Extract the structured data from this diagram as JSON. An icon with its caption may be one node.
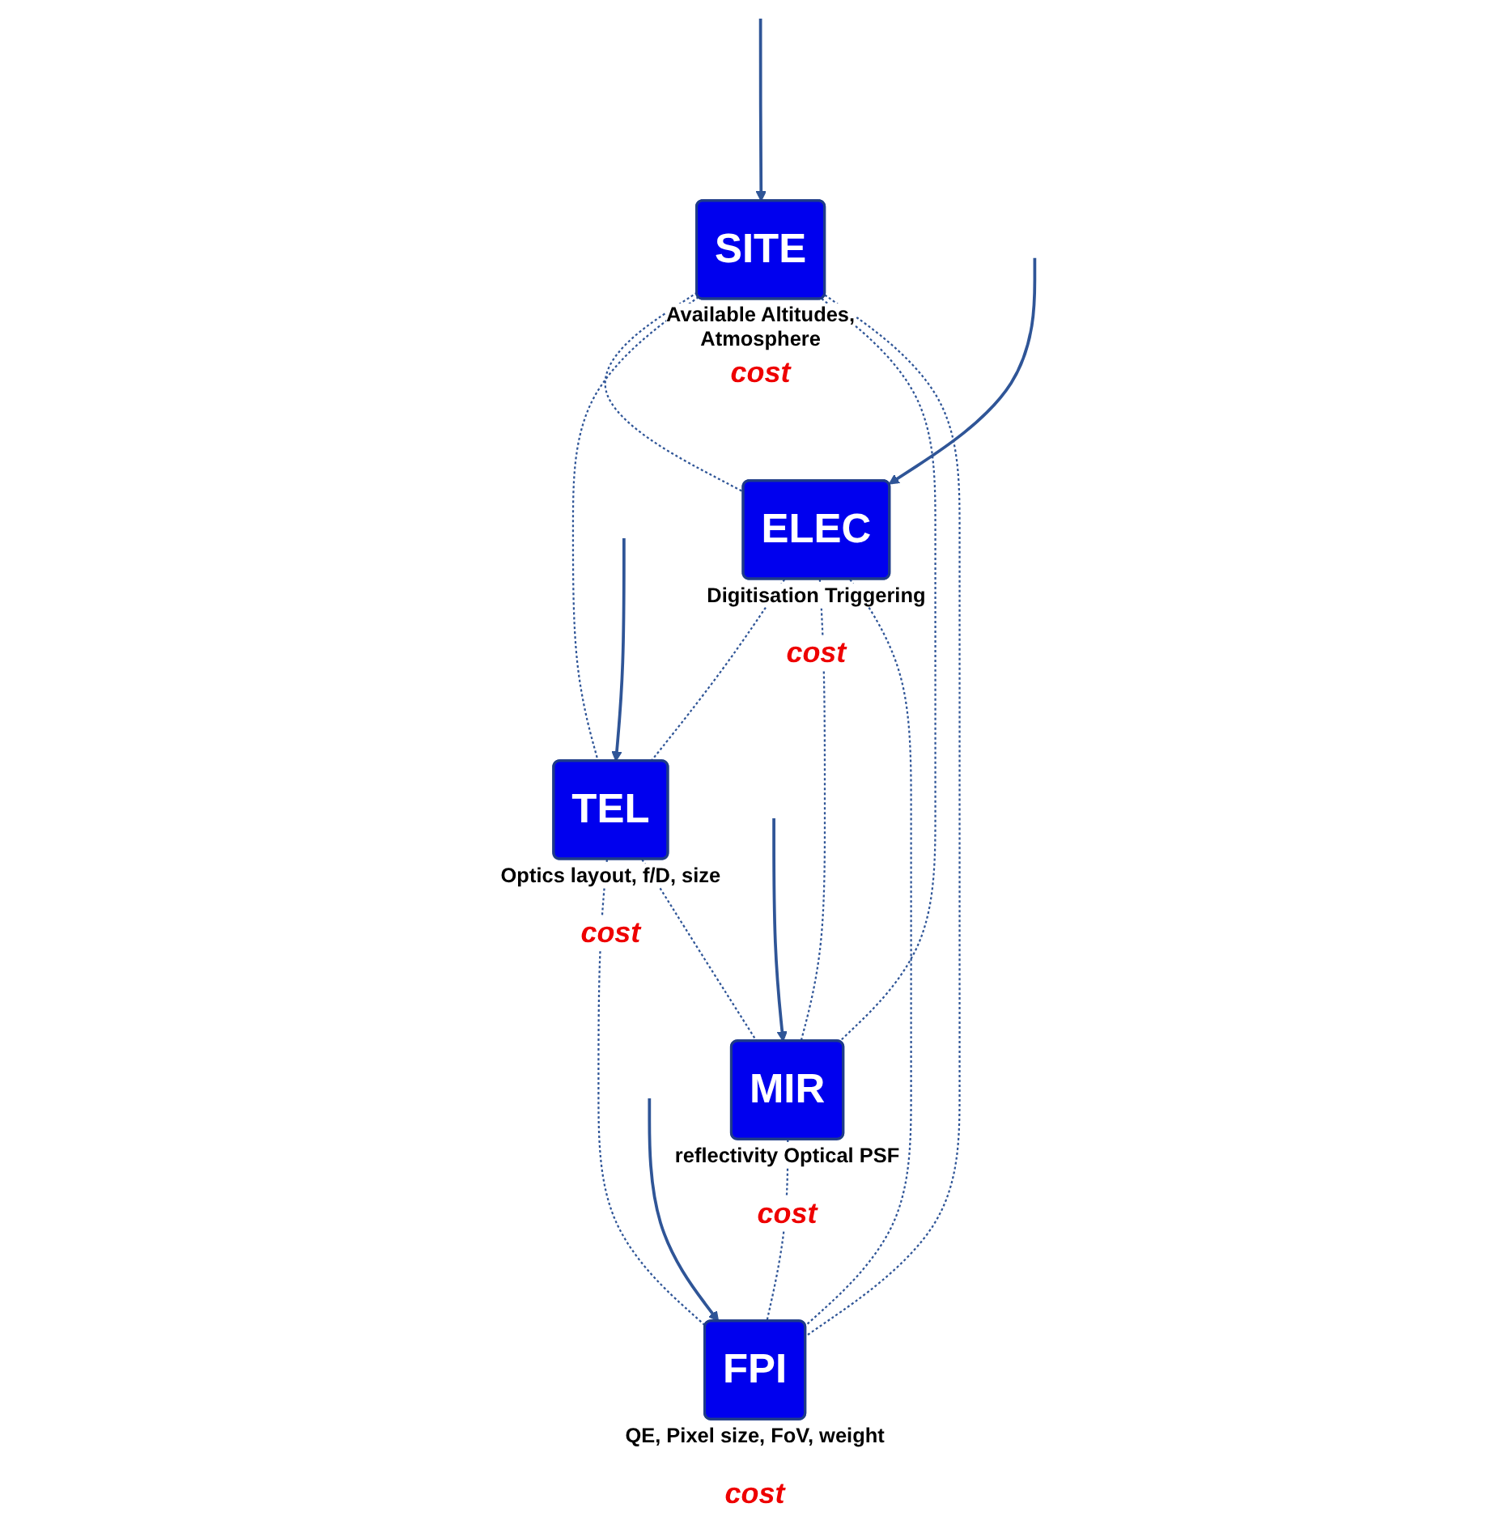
{
  "diagram": {
    "nodes": [
      {
        "text": [
          "SITE"
        ],
        "beside": [
          "Available Altitudes, Atmosphere",
          "cost"
        ]
      },
      {
        "text": [
          "ELEC"
        ],
        "beside": [
          "Digitisation Triggering",
          "cost"
        ]
      },
      {
        "text": [
          "TEL"
        ],
        "beside": [
          "Optics layout, f/D, size",
          "cost"
        ]
      },
      {
        "text": [
          "FPI"
        ],
        "beside": [
          "QE, Pixel size, FoV, weight",
          "cost"
        ]
      },
      {
        "text": [
          "MIR"
        ],
        "beside": [
          "reflectivity Optical PSF",
          "cost"
        ]
      }
    ],
    "edges": [
      {
        "from": null,
        "to": 0,
        "arrow": "to"
      },
      {
        "from": null,
        "to": 1,
        "arrow": "to"
      },
      {
        "from": null,
        "to": 2,
        "arrow": "to"
      },
      {
        "from": null,
        "to": 3,
        "arrow": "to"
      },
      {
        "from": null,
        "to": 4,
        "arrow": "to"
      },
      {
        "from": 0,
        "to": 1,
        "arrow": "none",
        "style": "dashed"
      },
      {
        "from": 0,
        "to": 2,
        "arrow": "none",
        "style": "dashed"
      },
      {
        "from": 0,
        "to": 4,
        "arrow": "none",
        "style": "dashed"
      },
      {
        "from": 0,
        "to": 3,
        "arrow": "none",
        "style": "dashed"
      },
      {
        "from": 1,
        "to": 2,
        "arrow": "none",
        "style": "dashed"
      },
      {
        "from": 1,
        "to": 4,
        "arrow": "none",
        "style": "dashed"
      },
      {
        "from": 1,
        "to": 3,
        "arrow": "none",
        "style": "dashed"
      },
      {
        "from": 2,
        "to": 3,
        "arrow": "none",
        "style": "dashed"
      },
      {
        "from": 2,
        "to": 4,
        "arrow": "none",
        "style": "dashed"
      },
      {
        "from": 4,
        "to": 3,
        "arrow": "none",
        "style": "dashed"
      }
    ]
  }
}
